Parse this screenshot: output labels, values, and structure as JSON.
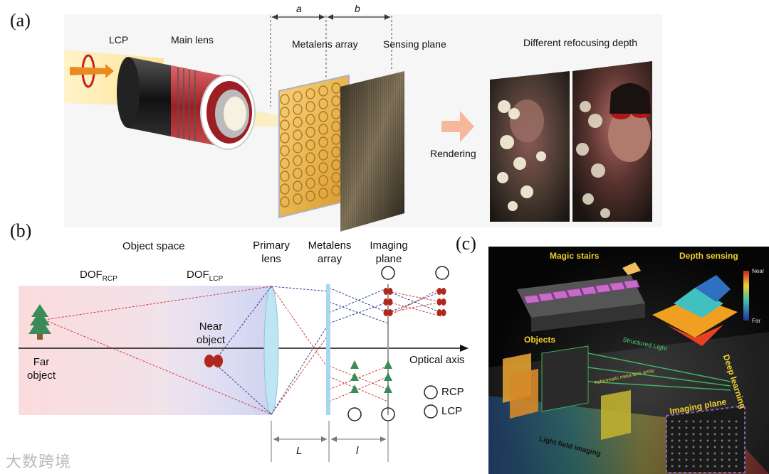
{
  "panel_a": {
    "label": "(a)",
    "lcp": "LCP",
    "main_lens": "Main lens",
    "dim_a": "a",
    "dim_b": "b",
    "metalens_array": "Metalens array",
    "sensing_plane": "Sensing plane",
    "rendering": "Rendering",
    "refocusing": "Different refocusing depth"
  },
  "panel_b": {
    "label": "(b)",
    "object_space": "Object space",
    "dof_rcp_main": "DOF",
    "dof_rcp_sub": "RCP",
    "dof_lcp_main": "DOF",
    "dof_lcp_sub": "LCP",
    "primary_lens_1": "Primary",
    "primary_lens_2": "lens",
    "metalens_1": "Metalens",
    "metalens_2": "array",
    "imaging_1": "Imaging",
    "imaging_2": "plane",
    "near_object_1": "Near",
    "near_object_2": "object",
    "far_object_1": "Far",
    "far_object_2": "object",
    "optical_axis": "Optical axis",
    "rcp": "RCP",
    "lcp": "LCP",
    "dim_L": "L",
    "dim_l": "l"
  },
  "panel_c": {
    "label": "(c)",
    "magic_stairs": "Magic stairs",
    "depth_sensing": "Depth sensing",
    "near": "Near",
    "far": "Far",
    "objects": "Objects",
    "structured_light": "Structured Light",
    "achromatic": "Achromatic meta-lens array",
    "deep_learning": "Deep learning",
    "imaging_plane": "Imaging plane",
    "light_field": "Light field imaging"
  },
  "watermark": "大数跨境",
  "colors": {
    "red_ray": "#d9383a",
    "blue_ray": "#2c3f8f",
    "accent": "#f5b07a"
  }
}
